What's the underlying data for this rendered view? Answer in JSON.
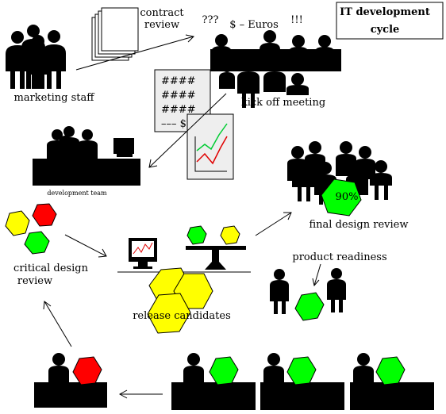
{
  "title": {
    "line1": "IT development",
    "line2": "cycle"
  },
  "labels": {
    "contract_review_1": "contract",
    "contract_review_2": "review",
    "questions": "???",
    "money": "$ – Euros",
    "exclaim": "!!!",
    "marketing_staff": "marketing staff",
    "kick_off_meeting": "kick off meeting",
    "development_team": "development team",
    "final_design_review": "final design review",
    "readiness_percent": "90%",
    "product_readiness": "product readiness",
    "critical_design_1": "critical  design",
    "critical_design_2": "review",
    "release_candidates": "release candidates"
  },
  "document_lines": [
    "####",
    "####",
    "####",
    "––– $"
  ],
  "colors": {
    "yellow": "#ffff00",
    "green": "#00ff00",
    "red": "#ff0000",
    "chart_green": "#00cc33",
    "chart_red": "#e00000",
    "doc_fill": "#eeeeee"
  }
}
